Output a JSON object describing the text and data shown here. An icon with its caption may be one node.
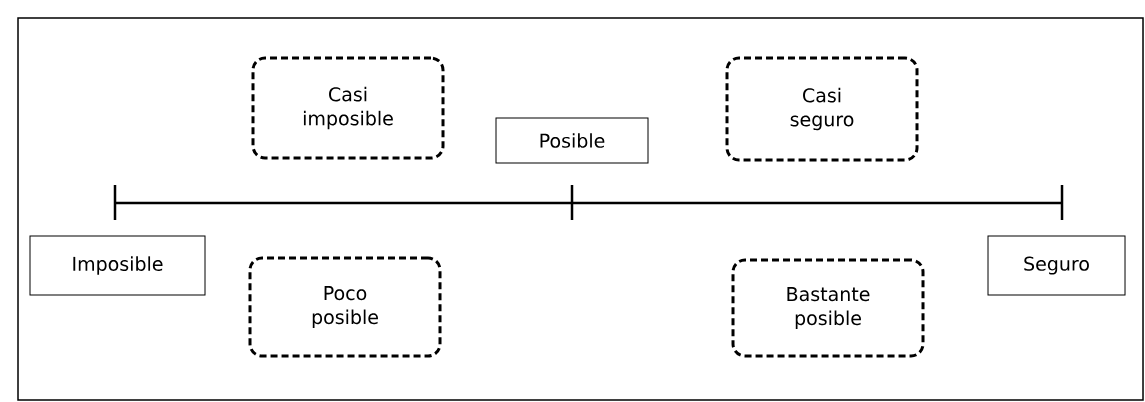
{
  "diagram": {
    "nodes": [
      {
        "text": [
          "Imposible"
        ]
      },
      {
        "text": [
          "Casi imposible"
        ]
      },
      {
        "text": [
          "Posible"
        ]
      },
      {
        "text": [
          "Casi seguro"
        ]
      },
      {
        "text": [
          "Poco posible"
        ]
      },
      {
        "text": [
          "Bastante posible"
        ]
      },
      {
        "text": [
          "Seguro"
        ]
      }
    ]
  }
}
